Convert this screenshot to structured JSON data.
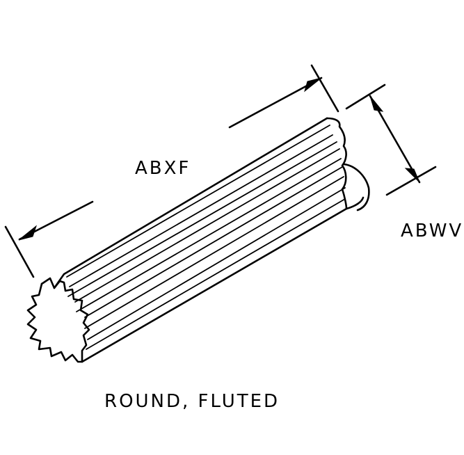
{
  "diagram": {
    "length_label": "ABXF",
    "diameter_label": "ABWV",
    "caption": "ROUND, FLUTED"
  }
}
